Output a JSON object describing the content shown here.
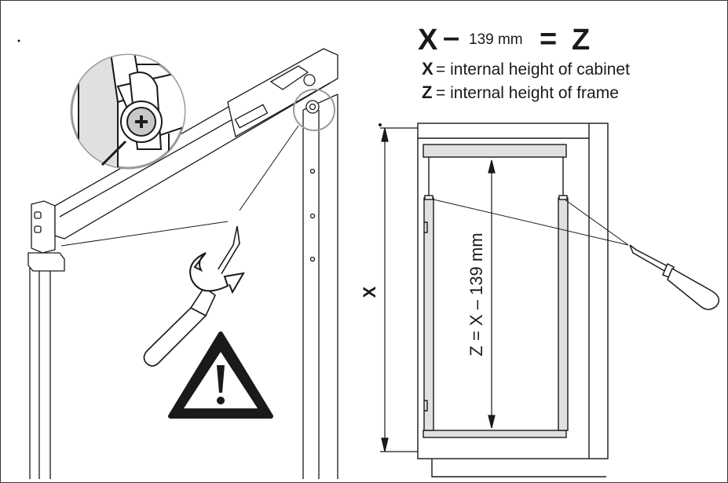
{
  "formula": {
    "x": "X",
    "minus": "–",
    "value": "139 mm",
    "equals": "=",
    "z": "Z"
  },
  "legend": [
    {
      "key": "X",
      "text": "= internal height of cabinet"
    },
    {
      "key": "Z",
      "text": "= internal height of frame"
    }
  ],
  "dimensions": {
    "cabinet_label": "X",
    "frame_label": "Z = X – 139 mm"
  },
  "icons": {
    "warning": "warning-triangle-icon",
    "rotate": "rotate-arrow-icon",
    "screwdriver": "screwdriver-icon"
  },
  "colors": {
    "line": "#1a1a1a",
    "gray_light": "#e0e0e0",
    "gray_mid": "#c8c8c8",
    "circle_outline": "#9a9a9a"
  }
}
